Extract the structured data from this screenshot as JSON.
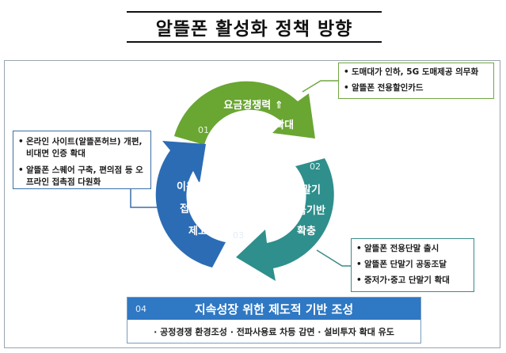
{
  "title": "알뜰폰 활성화 정책 방향",
  "segments": {
    "green": {
      "num": "01",
      "line1": "요금경쟁력 ⇑",
      "line2": "특화서비스 확대",
      "color": "#6aa632"
    },
    "teal": {
      "num": "02",
      "line1": "단말기",
      "line2": "공급기반",
      "line3": "확충",
      "color": "#2e8f8c"
    },
    "blue": {
      "num": "03",
      "line1": "이용자",
      "line2": "접근성",
      "line3": "제고",
      "color": "#2b6cb5"
    }
  },
  "callouts": {
    "green": {
      "items": [
        "도매대가 인하, 5G 도매제공 의무화",
        "알뜰폰 전용할인카드"
      ]
    },
    "blue": {
      "items": [
        "온라인 사이트(알뜰폰허브) 개편, 비대면 인증 확대",
        "알뜰폰 스퀘어 구축, 편의점 등 오프라인 접촉점 다원화"
      ]
    },
    "teal": {
      "items": [
        "알뜰폰 전용단말 출시",
        "알뜰폰 단말기 공동조달",
        "중저가·중고 단말기 확대"
      ]
    }
  },
  "bottom": {
    "num": "04",
    "title": "지속성장 위한 제도적 기반 조성",
    "subtitle": "· 공정경쟁 환경조성 · 전파사용료 차등 감면 · 설비투자 확대 유도"
  }
}
